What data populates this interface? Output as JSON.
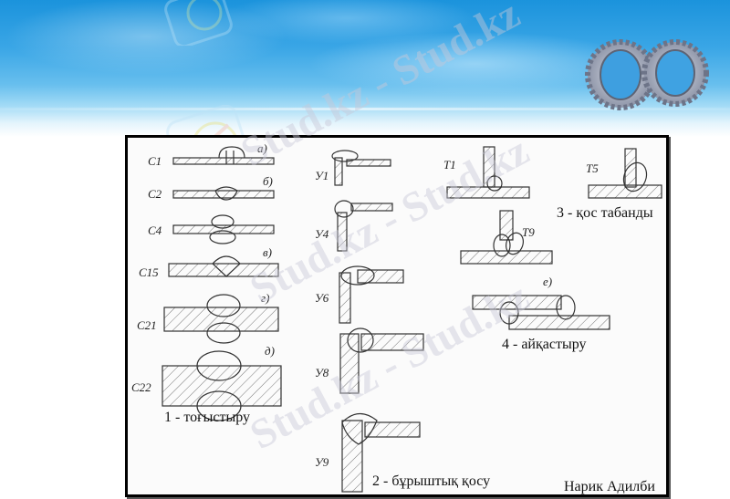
{
  "header": {
    "background": "blue gradient banner with gears",
    "colors": {
      "top": "#1b93dc",
      "mid": "#68bfee",
      "bottom": "#ffffff"
    },
    "gear_icon": "gears-icon"
  },
  "watermark": {
    "text": "Stud.kz - Stud.kz",
    "logo_icon": "hummingbird-logo-icon"
  },
  "figure": {
    "groups": [
      {
        "caption": "1 - тоғыстыру",
        "items": [
          {
            "label": "C1",
            "variant": "а)"
          },
          {
            "label": "C2",
            "variant": "б)"
          },
          {
            "label": "C4",
            "variant": ""
          },
          {
            "label": "C15",
            "variant": "в)"
          },
          {
            "label": "C21",
            "variant": "г)"
          },
          {
            "label": "C22",
            "variant": "д)"
          }
        ]
      },
      {
        "caption": "2 - бұрыштық қосу",
        "items": [
          {
            "label": "У1"
          },
          {
            "label": "У4"
          },
          {
            "label": "У6"
          },
          {
            "label": "У8"
          },
          {
            "label": "У9"
          }
        ]
      },
      {
        "caption": "3 - қос табанды",
        "items": [
          {
            "label": "Т1"
          },
          {
            "label": "Т5"
          },
          {
            "label": "Т9"
          }
        ]
      },
      {
        "caption": "4 - айқастыру",
        "items": [
          {
            "label": "",
            "variant": "е)"
          }
        ]
      }
    ],
    "author": "Нарик Адилби"
  }
}
